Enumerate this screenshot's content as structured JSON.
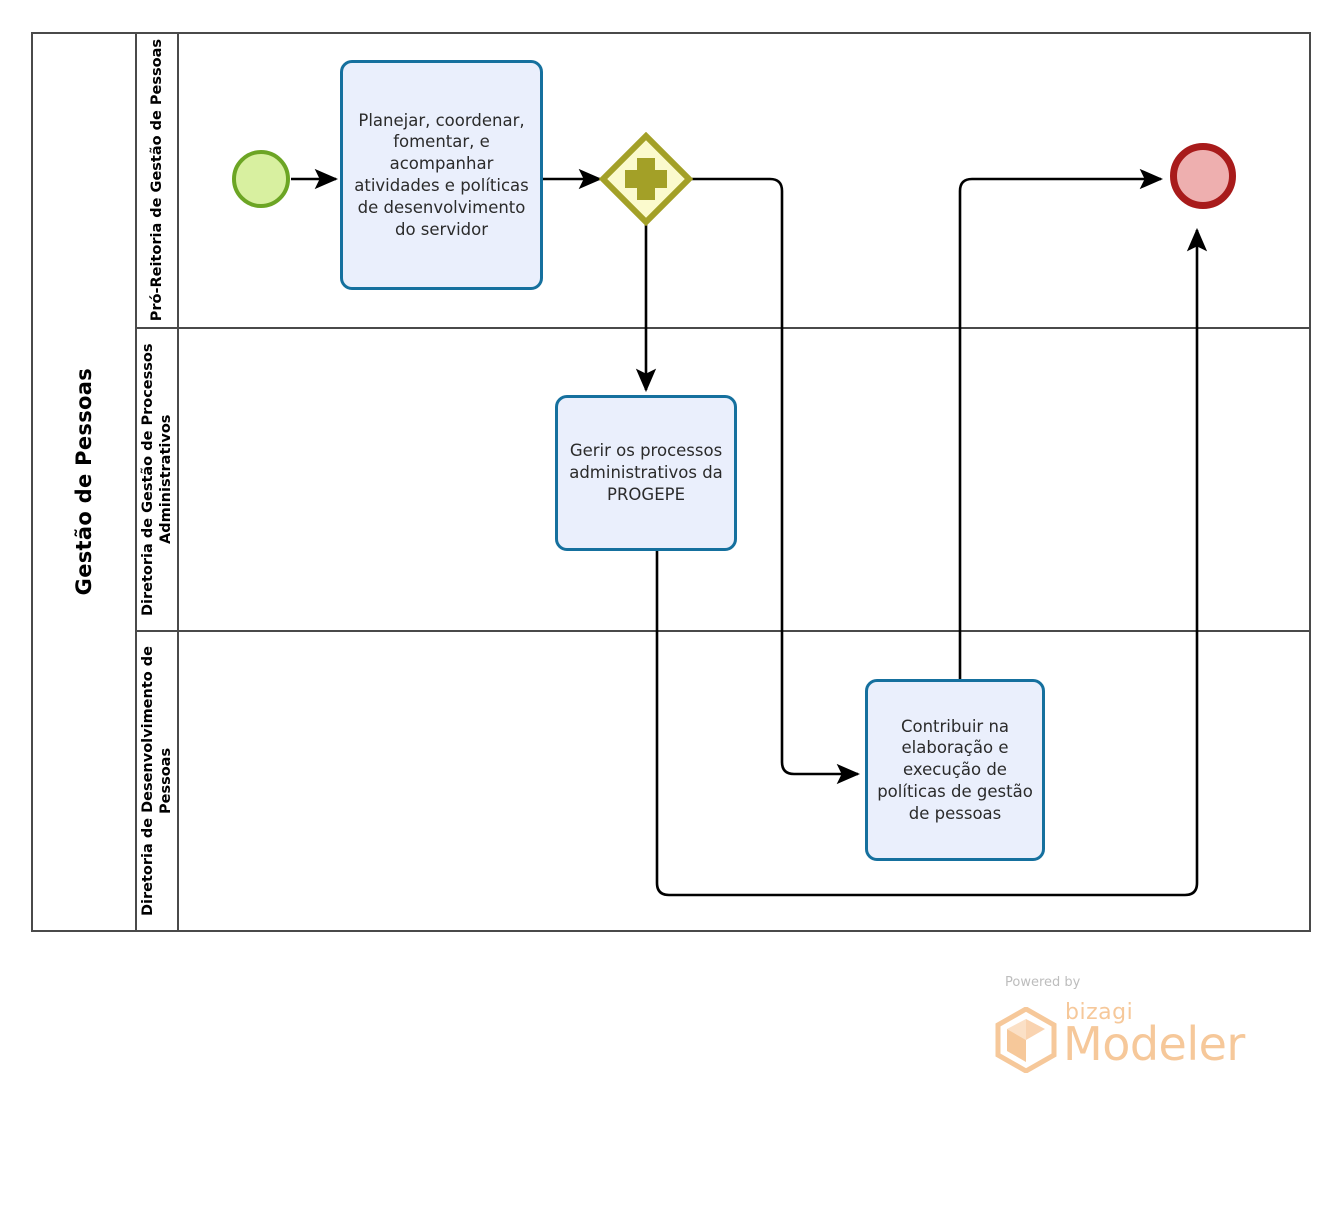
{
  "diagram": {
    "type": "bpmn-process-diagram",
    "pool": {
      "label": "Gestão de Pessoas"
    },
    "lanes": [
      {
        "id": "lane-pro-reitoria",
        "label": "Pró-Reitoria de Gestão de Pessoas"
      },
      {
        "id": "lane-processos-administrativos",
        "label": "Diretoria de Gestão de Processos Administrativos"
      },
      {
        "id": "lane-desenvolvimento-pessoas",
        "label": "Diretoria de Desenvolvimento de Pessoas"
      }
    ],
    "events": [
      {
        "id": "start-event",
        "kind": "start",
        "lane": "lane-pro-reitoria",
        "fill": "#d8f0a0",
        "stroke": "#6ca524"
      },
      {
        "id": "end-event",
        "kind": "end",
        "lane": "lane-pro-reitoria",
        "fill": "#eeafaf",
        "stroke": "#a81b1b"
      }
    ],
    "gateways": [
      {
        "id": "parallel-gateway",
        "kind": "parallel",
        "symbol": "+",
        "lane": "lane-pro-reitoria",
        "fill": "#fbfacd",
        "stroke": "#a3a027"
      }
    ],
    "tasks": [
      {
        "id": "task-planejar",
        "lane": "lane-pro-reitoria",
        "label": "Planejar, coordenar, fomentar, e acompanhar atividades e políticas de desenvolvimento do servidor"
      },
      {
        "id": "task-gerir",
        "lane": "lane-processos-administrativos",
        "label": "Gerir os processos administrativos da PROGEPE"
      },
      {
        "id": "task-contribuir",
        "lane": "lane-desenvolvimento-pessoas",
        "label": "Contribuir na elaboração e execução de políticas de gestão de pessoas"
      }
    ],
    "flows": [
      {
        "id": "flow-start-to-planejar",
        "from": "start-event",
        "to": "task-planejar"
      },
      {
        "id": "flow-planejar-to-gateway",
        "from": "task-planejar",
        "to": "parallel-gateway"
      },
      {
        "id": "flow-gateway-to-gerir",
        "from": "parallel-gateway",
        "to": "task-gerir"
      },
      {
        "id": "flow-gateway-to-contribuir",
        "from": "parallel-gateway",
        "to": "task-contribuir"
      },
      {
        "id": "flow-contribuir-to-end",
        "from": "task-contribuir",
        "to": "end-event"
      },
      {
        "id": "flow-gerir-to-end",
        "from": "task-gerir",
        "to": "end-event"
      }
    ],
    "colors": {
      "task_fill": "#eaeffc",
      "task_stroke": "#15709e",
      "lane_stroke": "#4a4a4a",
      "flow_stroke": "#000000",
      "watermark": "#f6c89a"
    }
  },
  "watermark": {
    "powered_by": "Powered by",
    "brand": "bizagi",
    "product": "Modeler"
  }
}
